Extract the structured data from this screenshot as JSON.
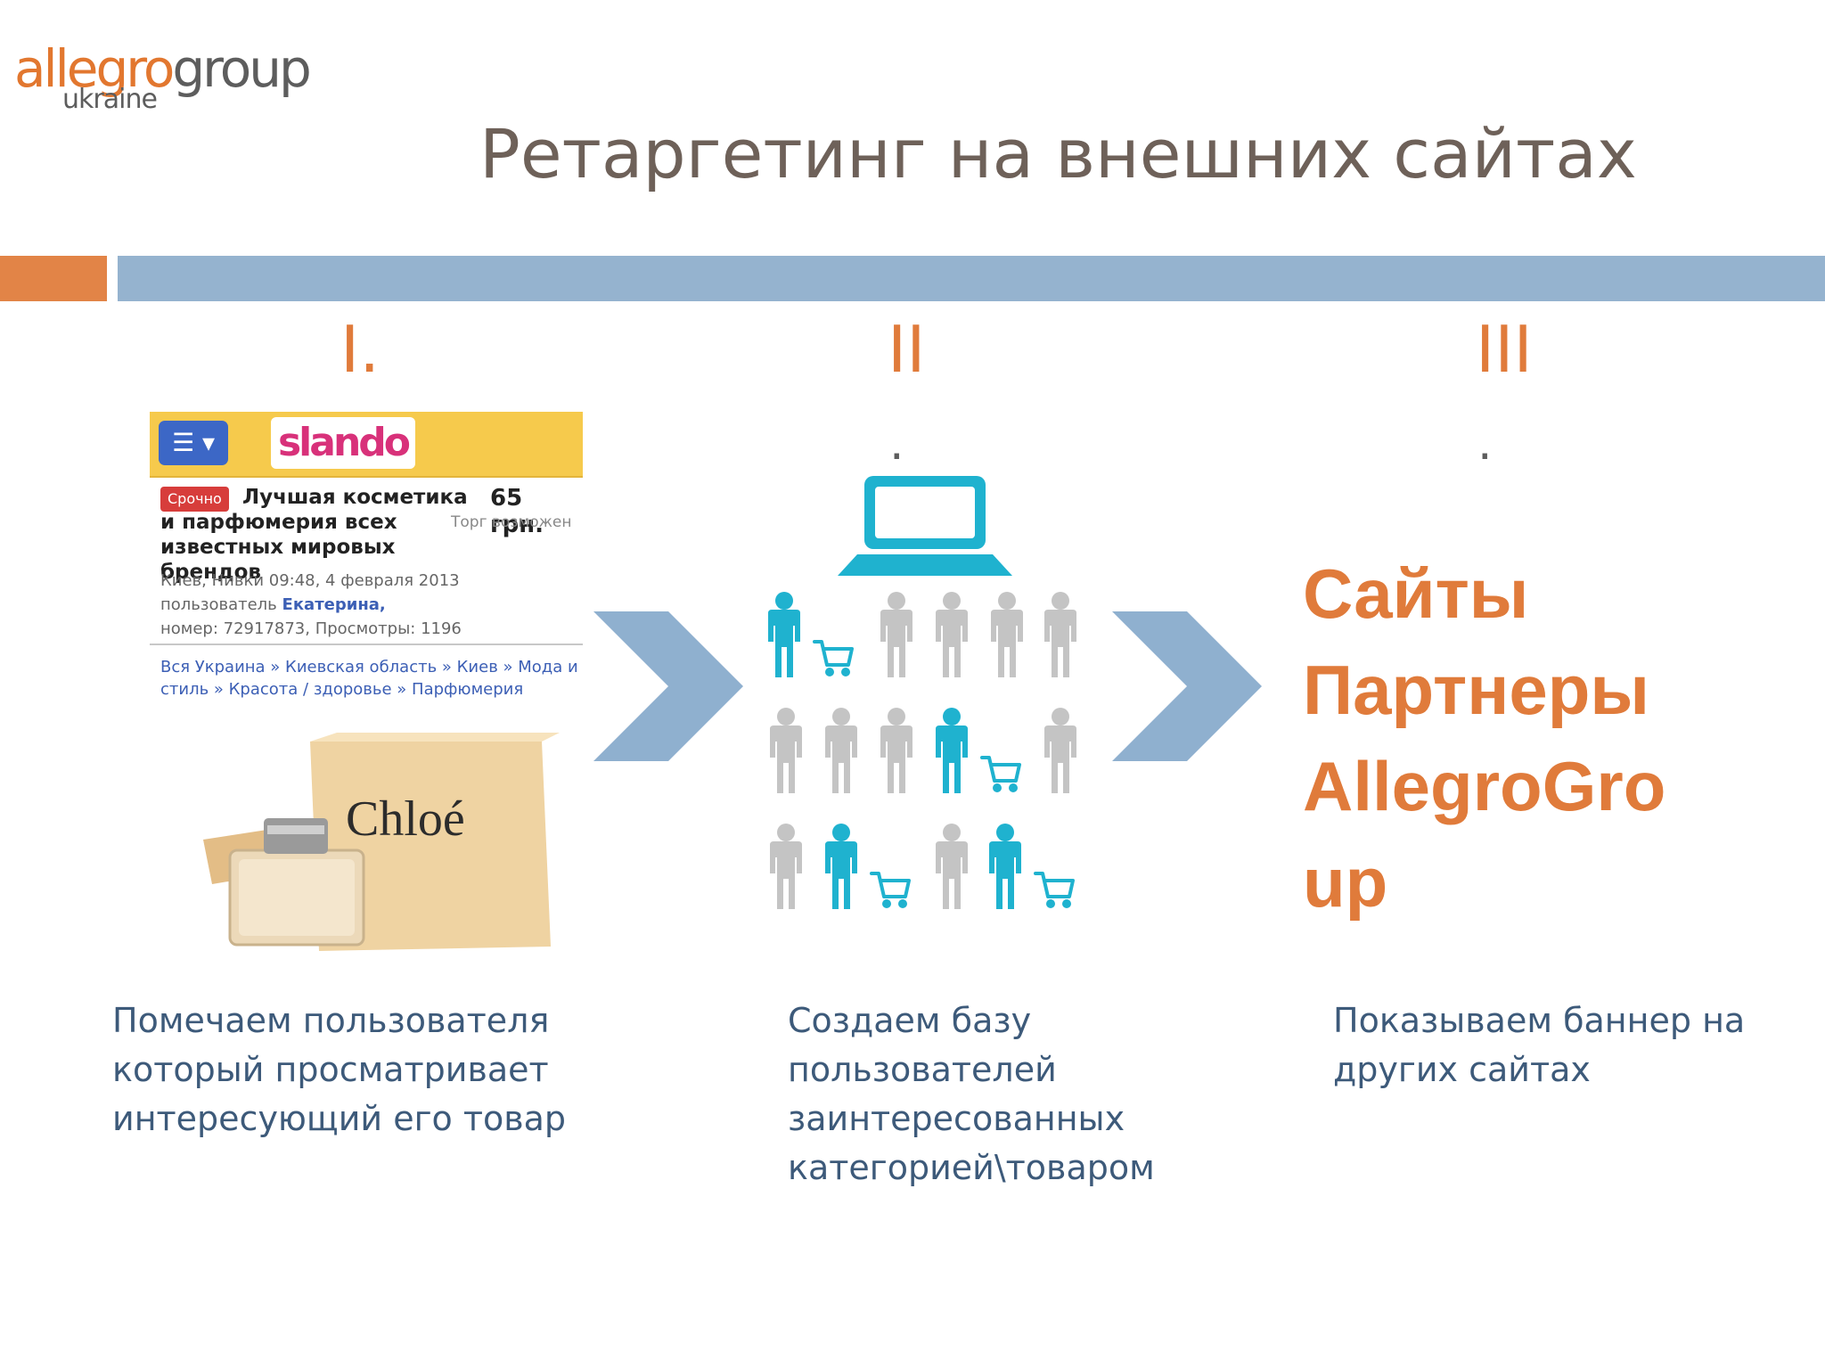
{
  "logo": {
    "word_allegro": "allegro",
    "word_group": "group",
    "sub": "ukraine"
  },
  "title": "Ретаргетинг на внешних сайтах",
  "colors": {
    "accent_orange": "#e07b3b",
    "bar_blue": "#95b3cf",
    "caption_blue": "#3d5a7a",
    "people_teal": "#1fb2cf",
    "people_grey": "#c4c4c4",
    "chevron": "#8fb0cf"
  },
  "steps": [
    {
      "number": "I.",
      "dot": ""
    },
    {
      "number": "II",
      "dot": "."
    },
    {
      "number": "III",
      "dot": "."
    }
  ],
  "ad": {
    "menu_icon": "menu-icon",
    "site_logo": "slando",
    "badge": "Срочно",
    "headline": "Лучшая косметика и парфюмерия всех известных мировых брендов",
    "price": "65 грн.",
    "bargain": "Торг возможен",
    "meta_line1": "Киев, Нивки 09:48, 4 февраля 2013",
    "meta_line2_prefix": "пользователь",
    "meta_user": "Екатерина,",
    "meta_line3": "номер: 72917873, Просмотры: 1196",
    "crumbs": "Вся Украина » Киевская область » Киев » Мода и стиль » Красота / здоровье » Парфюмерия",
    "product_brand": "Chloé"
  },
  "partners": [
    "Сайты",
    "Партнеры",
    "AllegroGro",
    "up"
  ],
  "captions": [
    [
      "Помечаем пользователя",
      "который просматривает",
      "интересующий его товар"
    ],
    [
      "Создаем базу",
      "пользователей",
      "заинтересованных",
      "категорией\\товаром"
    ],
    [
      "Показываем баннер на",
      "других сайтах"
    ]
  ]
}
